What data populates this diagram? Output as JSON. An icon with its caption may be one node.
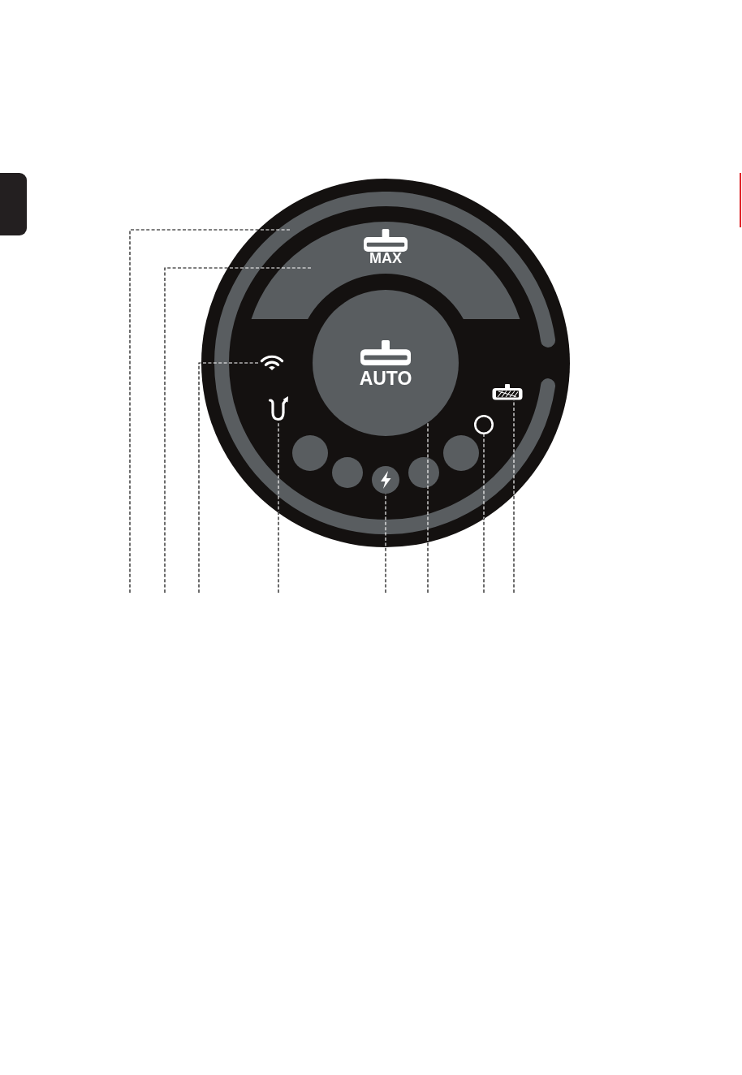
{
  "diagram": {
    "nodes": [
      {
        "text": [],
        "shape": "ring"
      },
      {
        "text": [
          "MAX"
        ],
        "in": 0
      },
      {
        "text": [
          "AUTO"
        ],
        "in": 0
      },
      {
        "text": [],
        "shape": "picture",
        "in": 0
      },
      {
        "text": [],
        "shape": "picture",
        "in": 0
      },
      {
        "text": [],
        "shape": "picture",
        "in": 0
      },
      {
        "text": [],
        "shape": "circle",
        "in": 0
      },
      {
        "text": [],
        "shape": "circle",
        "in": 0
      },
      {
        "text": [],
        "shape": "circle",
        "in": 0
      },
      {
        "text": [],
        "shape": "circle",
        "in": 0
      },
      {
        "text": [],
        "shape": "circle",
        "in": 0
      },
      {
        "text": [],
        "shape": "circle",
        "in": 0
      }
    ],
    "edges": [
      {
        "from": null,
        "to": 0,
        "arrow": "none",
        "style": "dashed"
      },
      {
        "from": null,
        "to": 1,
        "arrow": "none",
        "style": "dashed"
      },
      {
        "from": null,
        "to": 3,
        "arrow": "none",
        "style": "dashed"
      },
      {
        "from": null,
        "to": 4,
        "arrow": "none",
        "style": "dashed"
      },
      {
        "from": null,
        "to": 9,
        "arrow": "none",
        "style": "dashed"
      },
      {
        "from": null,
        "to": 2,
        "arrow": "none",
        "style": "dashed"
      },
      {
        "from": null,
        "to": 6,
        "arrow": "none",
        "style": "dashed"
      },
      {
        "from": null,
        "to": 5,
        "arrow": "none",
        "style": "dashed"
      }
    ]
  }
}
